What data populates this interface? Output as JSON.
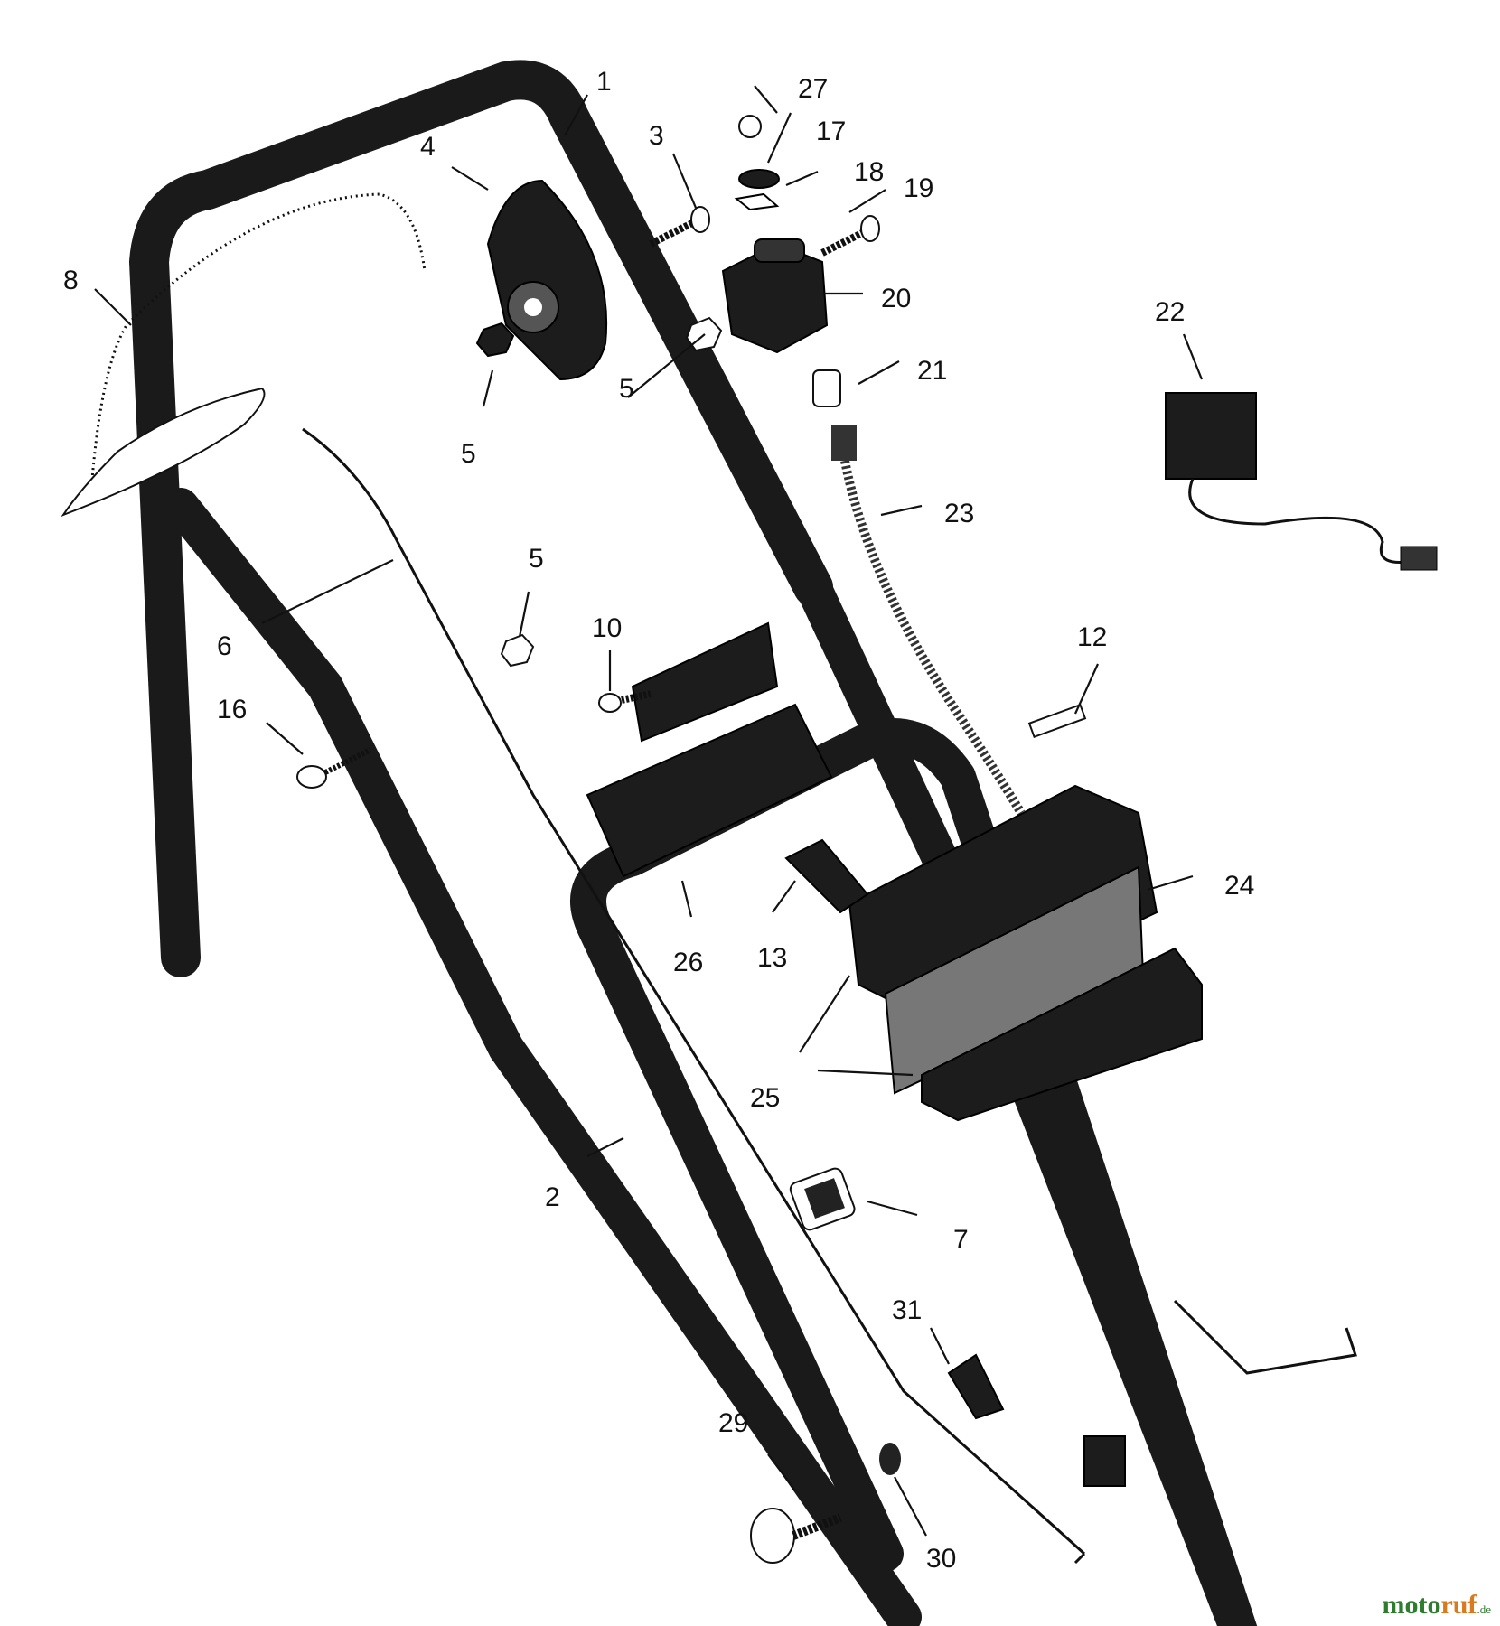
{
  "diagram": {
    "callouts": [
      {
        "id": "c1",
        "label": "1"
      },
      {
        "id": "c2",
        "label": "2"
      },
      {
        "id": "c3",
        "label": "3"
      },
      {
        "id": "c4",
        "label": "4"
      },
      {
        "id": "c5a",
        "label": "5"
      },
      {
        "id": "c5b",
        "label": "5"
      },
      {
        "id": "c5c",
        "label": "5"
      },
      {
        "id": "c6",
        "label": "6"
      },
      {
        "id": "c7",
        "label": "7"
      },
      {
        "id": "c8",
        "label": "8"
      },
      {
        "id": "c10",
        "label": "10"
      },
      {
        "id": "c12",
        "label": "12"
      },
      {
        "id": "c13",
        "label": "13"
      },
      {
        "id": "c16",
        "label": "16"
      },
      {
        "id": "c17",
        "label": "17"
      },
      {
        "id": "c18",
        "label": "18"
      },
      {
        "id": "c19",
        "label": "19"
      },
      {
        "id": "c20",
        "label": "20"
      },
      {
        "id": "c21",
        "label": "21"
      },
      {
        "id": "c22",
        "label": "22"
      },
      {
        "id": "c23",
        "label": "23"
      },
      {
        "id": "c24",
        "label": "24"
      },
      {
        "id": "c25",
        "label": "25"
      },
      {
        "id": "c26",
        "label": "26"
      },
      {
        "id": "c27",
        "label": "27"
      },
      {
        "id": "c29",
        "label": "29"
      },
      {
        "id": "c30",
        "label": "30"
      },
      {
        "id": "c31",
        "label": "31"
      }
    ]
  },
  "watermark": {
    "brand_main": "moto",
    "brand_accent": "ruf",
    "brand_tld": ".de"
  }
}
